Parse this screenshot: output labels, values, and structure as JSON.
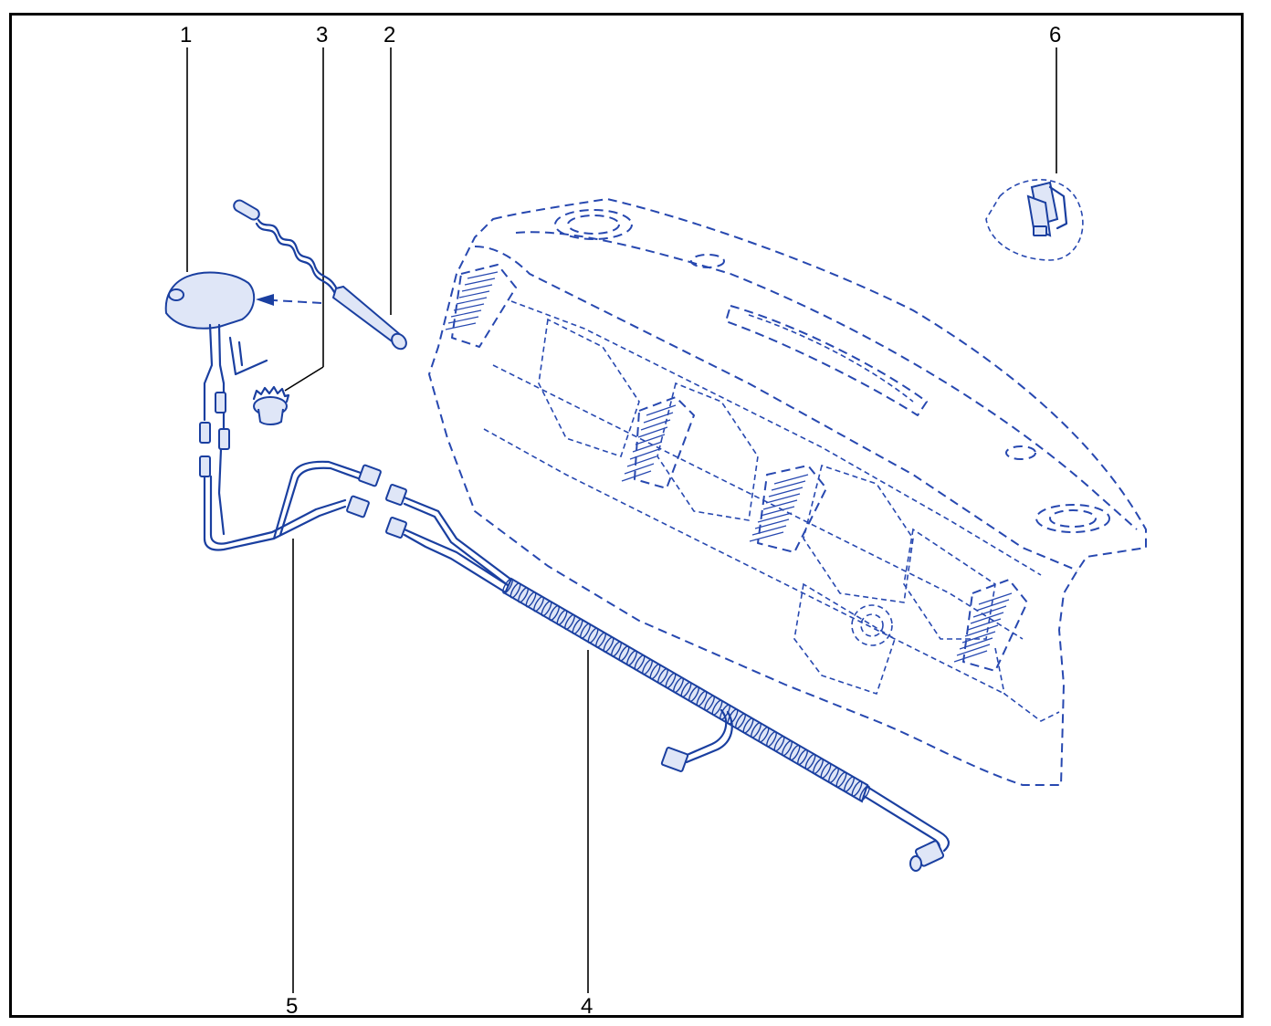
{
  "callouts": [
    {
      "id": "1",
      "label": "1"
    },
    {
      "id": "2",
      "label": "2"
    },
    {
      "id": "3",
      "label": "3"
    },
    {
      "id": "4",
      "label": "4"
    },
    {
      "id": "5",
      "label": "5"
    },
    {
      "id": "6",
      "label": "6"
    }
  ],
  "colors": {
    "line": "#1a3fa0",
    "dashed": "#2748b0",
    "text": "#000000",
    "frame": "#000000"
  }
}
